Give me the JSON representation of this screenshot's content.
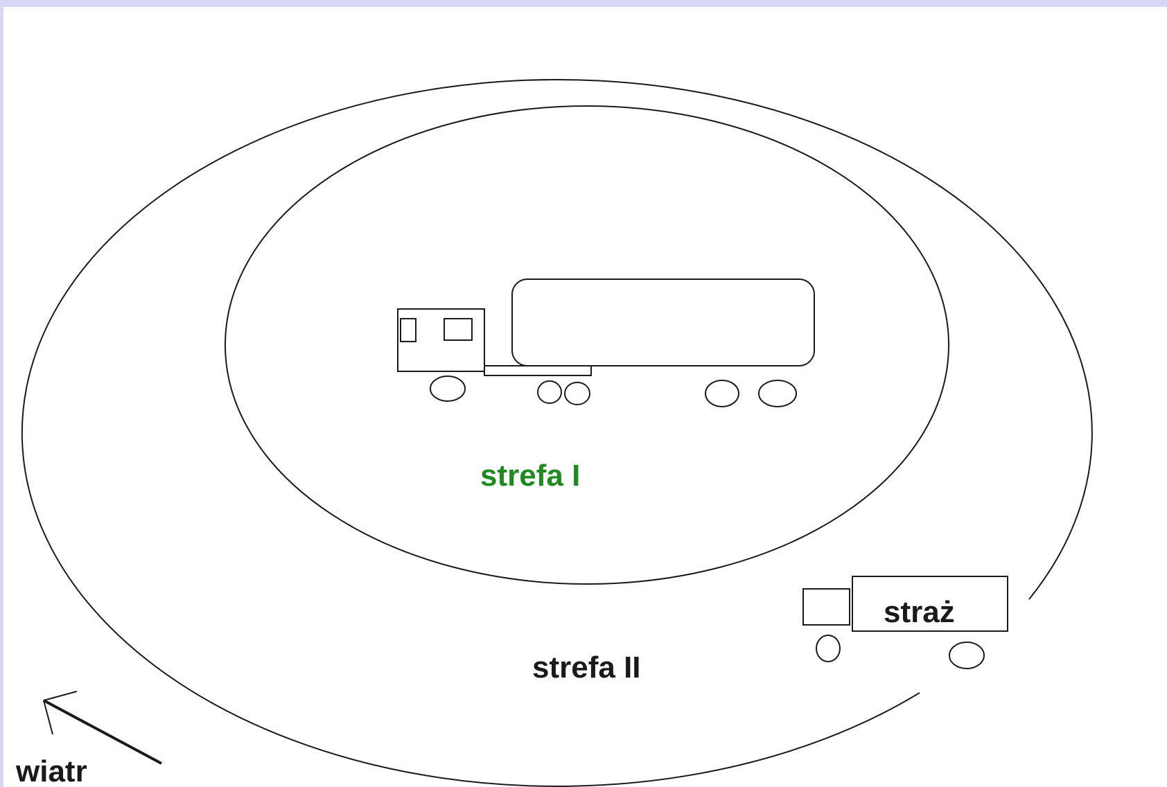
{
  "labels": {
    "zone_inner": "strefa I",
    "zone_outer": "strefa II",
    "fire_brigade": "straż",
    "wind": "wiatr"
  },
  "colors": {
    "frame": "#d6d6f6",
    "canvas": "#ffffff",
    "stroke": "#1a1a1a",
    "zone_inner_text": "#1f8a1f"
  }
}
